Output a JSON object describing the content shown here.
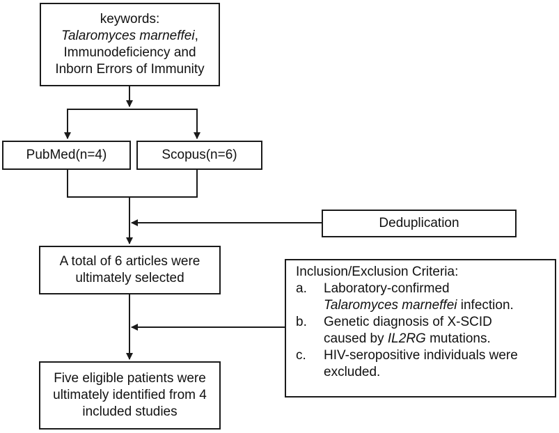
{
  "keywords_box": {
    "line1": "keywords:",
    "line2_italic": "Talaromyces marneffei",
    "line2_suffix": ",",
    "line3": "Immunodeficiency and",
    "line4": "Inborn Errors of Immunity"
  },
  "pubmed_box": {
    "label": "PubMed(n=4)"
  },
  "scopus_box": {
    "label": "Scopus(n=6)"
  },
  "dedup_box": {
    "label": "Deduplication"
  },
  "selected_box": {
    "line1": "A total of 6 articles were",
    "line2": "ultimately selected"
  },
  "criteria_box": {
    "title": "Inclusion/Exclusion Criteria:",
    "items": [
      {
        "letter": "a.",
        "line1": "Laboratory-confirmed",
        "line2_italic": "Talaromyces marneffei",
        "line2_suffix": " infection."
      },
      {
        "letter": "b.",
        "line1": "Genetic diagnosis of X-SCID",
        "line2_prefix": "caused by ",
        "line2_italic": "IL2RG",
        "line2_suffix": " mutations."
      },
      {
        "letter": "c.",
        "line1": "HIV-seropositive individuals were",
        "line2": "excluded."
      }
    ]
  },
  "final_box": {
    "line1": "Five eligible patients were",
    "line2": "ultimately identified from 4",
    "line3": "included studies"
  },
  "colors": {
    "line": "#1a1a1a",
    "background": "#ffffff"
  }
}
